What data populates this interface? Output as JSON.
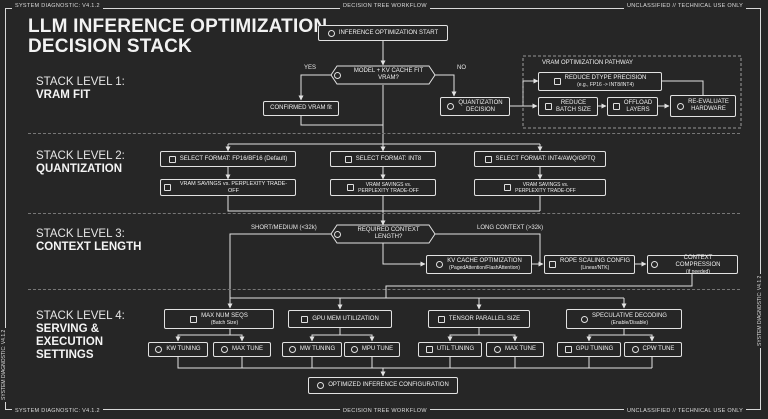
{
  "frame": {
    "top_left": "SYSTEM DIAGNOSTIC: V4.1.2",
    "top_center": "DECISION TREE WORKFLOW",
    "top_right": "UNCLASSIFIED // TECHNICAL USE ONLY",
    "bottom_left": "SYSTEM DIAGNOSTIC: V4.1.2",
    "bottom_center": "DECISION TREE WORKFLOW",
    "bottom_right": "UNCLASSIFIED // TECHNICAL USE ONLY",
    "side_left": "SYSTEM DIAGNOSTIC: V4.1.2",
    "side_right": "SYSTEM DIAGNOSTIC: V4.1.2"
  },
  "title": {
    "line1": "LLM INFERENCE OPTIMIZATION",
    "line2": "DECISION STACK"
  },
  "levels": [
    {
      "name": "STACK LEVEL 1:",
      "sub": "VRAM FIT"
    },
    {
      "name": "STACK LEVEL 2:",
      "sub": "QUANTIZATION"
    },
    {
      "name": "STACK LEVEL 3:",
      "sub": "CONTEXT LENGTH"
    },
    {
      "name": "STACK LEVEL 4:",
      "sub_lines": [
        "SERVING &",
        "EXECUTION",
        "SETTINGS"
      ]
    }
  ],
  "level1": {
    "start": "INFERENCE OPTIMIZATION START",
    "decision": "MODEL + KV CACHE FIT VRAM?",
    "yes": "YES",
    "no": "NO",
    "confirmed": "CONFIRMED VRAM fit",
    "quant_decision": [
      "QUANTIZATION",
      "DECISION"
    ],
    "pathway_title": "VRAM OPTIMIZATION PATHWAY",
    "reduce_dtype": [
      "REDUCE DTYPE PRECISION",
      "(e.g., FP16 -> INT8/INT4)"
    ],
    "reduce_batch": [
      "REDUCE",
      "BATCH SIZE"
    ],
    "offload": [
      "OFFLOAD",
      "LAYERS"
    ],
    "reevaluate": [
      "RE-EVALUATE",
      "HARDWARE"
    ]
  },
  "level2": {
    "formats": [
      "SELECT FORMAT: FP16/BF16 (Default)",
      "SELECT FORMAT: INT8",
      "SELECT FORMAT: INT4/AWQ/GPTQ"
    ],
    "tradeoffs": [
      [
        "VRAM SAVINGS vs. PERPLEXITY TRADE-OFF"
      ],
      [
        "VRAM SAVINGS vs.",
        "PERPLEXITY TRADE-OFF"
      ],
      [
        "VRAM SAVINGS vs.",
        "PERPLEXITY TRADE-OFF"
      ]
    ]
  },
  "level3": {
    "decision": "REQUIRED CONTEXT LENGTH?",
    "short": "SHORT/MEDIUM (<32k)",
    "long": "LONG CONTEXT (>32k)",
    "kv_cache": [
      "KV CACHE OPTIMIZATION",
      "(PagedAttention/FlashAttention)"
    ],
    "rope": [
      "ROPE SCALING CONFIG",
      "(Linear/NTK)"
    ],
    "compression": [
      "CONTEXT COMPRESSION",
      "(if needed)"
    ]
  },
  "level4": {
    "groups": [
      {
        "title": [
          "MAX NUM SEQS",
          "(Batch Size)"
        ],
        "children": [
          "KW TUNING",
          "MAX TUNE"
        ]
      },
      {
        "title": [
          "GPU MEM UTILIZATION"
        ],
        "children": [
          "MW TUNING",
          "MPU TUNE"
        ]
      },
      {
        "title": [
          "TENSOR PARALLEL SIZE"
        ],
        "children": [
          "UTIL TUNING",
          "MAX TUNE"
        ]
      },
      {
        "title": [
          "SPECULATIVE DECODING",
          "(Enable/Disable)"
        ],
        "children": [
          "GPU TUNING",
          "CPW TUNE"
        ]
      }
    ],
    "final": "OPTIMIZED INFERENCE CONFIGURATION"
  }
}
